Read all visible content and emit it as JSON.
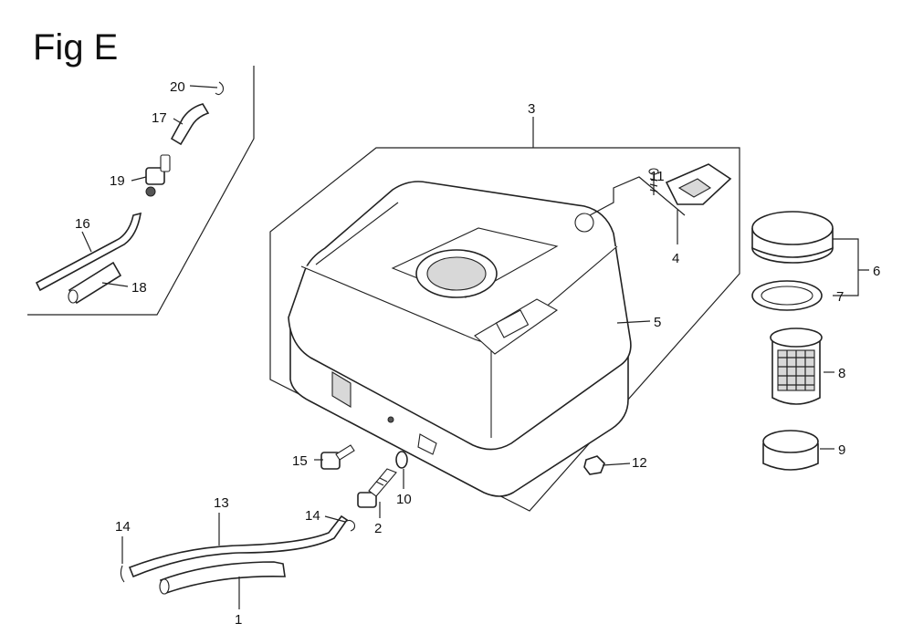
{
  "figure": {
    "title": "Fig E"
  },
  "callouts": {
    "c1": "1",
    "c2": "2",
    "c3": "3",
    "c4": "4",
    "c5": "5",
    "c6": "6",
    "c7": "7",
    "c8": "8",
    "c9": "9",
    "c10": "10",
    "c11": "11",
    "c12": "12",
    "c13": "13",
    "c14": "14",
    "c15": "15",
    "c16": "16",
    "c17": "17",
    "c18": "18",
    "c19": "19",
    "c20": "20"
  }
}
